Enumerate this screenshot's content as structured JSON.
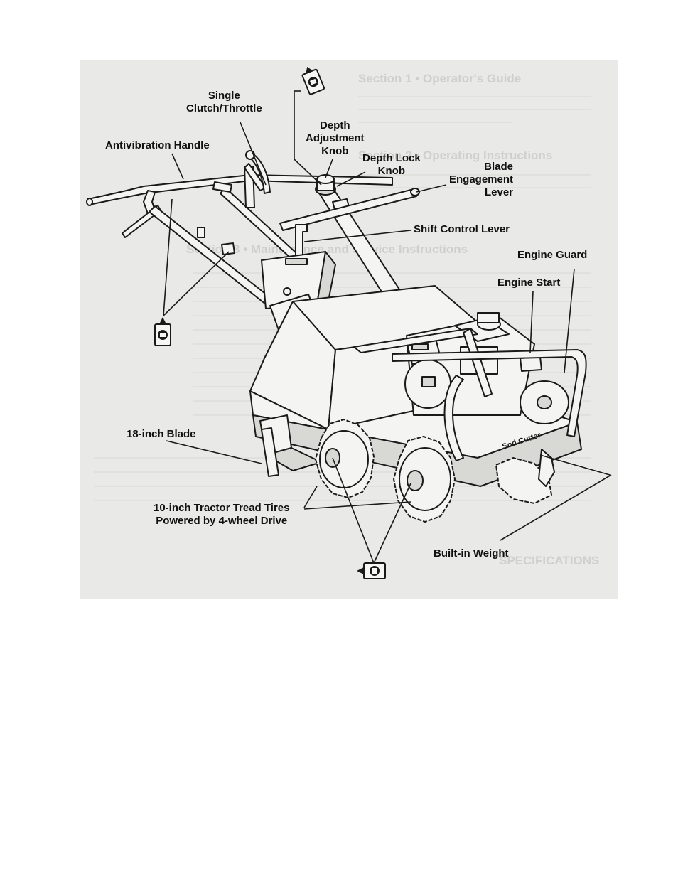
{
  "labels": {
    "single_clutch_throttle": [
      "Single",
      "Clutch/Throttle"
    ],
    "depth_adjustment_knob": [
      "Depth",
      "Adjustment",
      "Knob"
    ],
    "antivibration_handle": "Antivibration Handle",
    "depth_lock_knob": [
      "Depth Lock",
      "Knob"
    ],
    "blade_engagement_lever": [
      "Blade",
      "Engagement",
      "Lever"
    ],
    "shift_control_lever": "Shift Control Lever",
    "engine_guard": "Engine Guard",
    "engine_start": "Engine Start",
    "blade_18_inch": "18-inch Blade",
    "tires": [
      "10-inch Tractor Tread Tires",
      "Powered by 4-wheel Drive"
    ],
    "built_in_weight": "Built-in Weight"
  },
  "machine_branding": {
    "side_plate_text": "Sod Cutter"
  },
  "background_bleed_text": [
    "Section 1 • Operator's Guide",
    "Section 2 • Operating Instructions",
    "Section 3 • Maintenance and Service Instructions",
    "SPECIFICATIONS"
  ],
  "icons": {
    "oil_can": "oil-can-icon"
  },
  "colors": {
    "figure_background": "#e9e9e7",
    "ink": "#111111",
    "bleed_through": "#cfcfcc"
  }
}
